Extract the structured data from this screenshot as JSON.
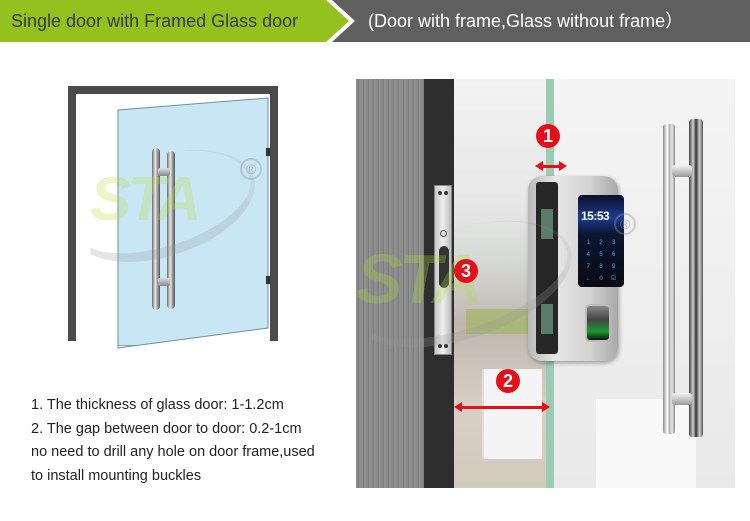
{
  "header": {
    "left_title": "Single door with Framed Glass door",
    "right_subtitle": "(Door with frame,Glass without frame）",
    "colors": {
      "left_bg": "#95c11f",
      "right_bg": "#5f5f5f",
      "separator": "#ffffff"
    }
  },
  "diagram": {
    "caption": "",
    "watermark": {
      "text": "STA",
      "registered": "®"
    },
    "colors": {
      "frame": "#4a4a4a",
      "glass": "#c9e6f5"
    }
  },
  "notes": [
    "1. The thickness of glass door: 1-1.2cm",
    "2. The gap between door to door: 0.2-1cm",
    "no need to drill any hole on door frame,used",
    "to install mounting buckles"
  ],
  "photo": {
    "lock_screen_time": "15:53",
    "keypad_keys": [
      "1",
      "2",
      "3",
      "4",
      "5",
      "6",
      "7",
      "8",
      "9",
      "←",
      "0",
      "☑"
    ],
    "markers": [
      {
        "label": "1",
        "meaning": "glass thickness"
      },
      {
        "label": "2",
        "meaning": "door gap"
      },
      {
        "label": "3",
        "meaning": "strike plate"
      }
    ],
    "watermark": {
      "text": "STA",
      "registered": "®"
    },
    "colors": {
      "marker": "#e3101a",
      "glass_edge": "#9ccbb4"
    }
  }
}
